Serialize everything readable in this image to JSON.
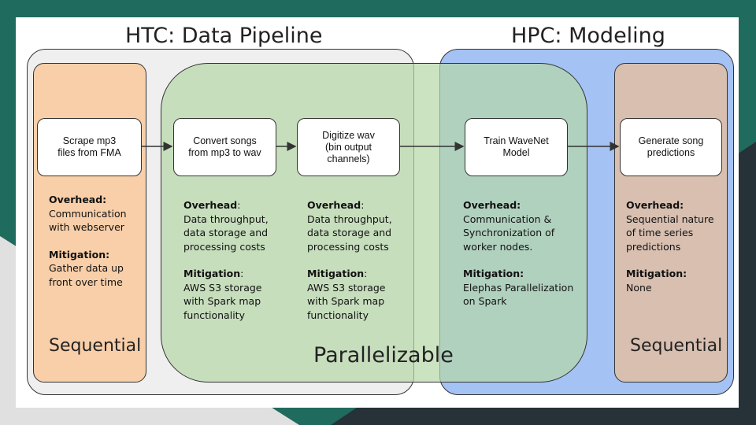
{
  "headings": {
    "htc": "HTC: Data Pipeline",
    "hpc": "HPC: Modeling"
  },
  "colors": {
    "htc_region": "#efefef",
    "hpc_region": "#a4c2f4",
    "green_region": "#b6d7a8",
    "orange_stage": "#f8cfa9",
    "brown_stage": "#d8bfb0",
    "teal_overlap": "#a9cbbd"
  },
  "nodes": [
    {
      "text": "Scrape mp3\nfiles from FMA"
    },
    {
      "text": "Convert songs\nfrom mp3 to wav"
    },
    {
      "text": "Digitize wav\n(bin output\nchannels)"
    },
    {
      "text": "Train WaveNet\nModel"
    },
    {
      "text": "Generate song\npredictions"
    }
  ],
  "notes": [
    {
      "overhead_label": "Overhead:",
      "overhead": "Communication\nwith webserver",
      "mitigation_label": "Mitigation:",
      "mitigation": "Gather data up\nfront over time"
    },
    {
      "overhead_label": "Overhead",
      "overhead_suffix": ":",
      "overhead": "Data throughput,\ndata storage and\nprocessing costs",
      "mitigation_label": "Mitigation",
      "mitigation_suffix": ":",
      "mitigation": "AWS S3 storage\nwith Spark map\nfunctionality"
    },
    {
      "overhead_label": "Overhead",
      "overhead_suffix": ":",
      "overhead": "Data throughput,\ndata storage and\nprocessing costs",
      "mitigation_label": "Mitigation",
      "mitigation_suffix": ":",
      "mitigation": "AWS S3 storage\nwith Spark map\nfunctionality"
    },
    {
      "overhead_label": "Overhead:",
      "overhead": "Communication &\nSynchronization of\nworker nodes.",
      "mitigation_label": "Mitigation:",
      "mitigation": "Elephas Parallelization\non Spark"
    },
    {
      "overhead_label": "Overhead:",
      "overhead": "Sequential nature\nof time series\npredictions",
      "mitigation_label": "Mitigation:",
      "mitigation": "None"
    }
  ],
  "labels": {
    "sequential_left": "Sequential",
    "parallelizable": "Parallelizable",
    "sequential_right": "Sequential"
  }
}
